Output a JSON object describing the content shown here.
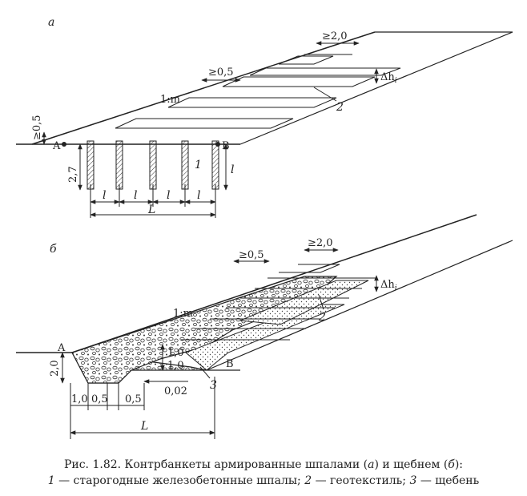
{
  "diagram_a": {
    "label": "а",
    "labels": {
      "min_width_top": "≥2,0",
      "min_gap": "≥0,5",
      "delta_h": "Δh",
      "delta_h_sub": "i",
      "slope": "1:m",
      "height_min": "≥0,5",
      "depth": "2,7",
      "point_a": "A",
      "point_b": "B",
      "sleeper_number": "1",
      "spacing_l": "l",
      "length_L": "L",
      "geotextile_number": "2"
    }
  },
  "diagram_b": {
    "label": "б",
    "labels": {
      "min_width_top": "≥2,0",
      "min_gap": "≥0,5",
      "delta_h": "Δh",
      "delta_h_sub": "i",
      "slope": "1:m",
      "geotextile_number": "2",
      "gravel_number": "3",
      "point_a": "A",
      "point_b": "B",
      "height_2": "2,0",
      "layer_1": "1,0",
      "layer_2": "1,0",
      "slope_value": "0,02",
      "base_1": "1,0",
      "base_2": "0,5",
      "base_3": "0,5",
      "length_L": "L"
    }
  },
  "caption": {
    "line1_pre": "Рис. 1.82. Контрбанкеты армированные шпалами (",
    "line1_a": "а",
    "line1_mid": ") и щебнем (",
    "line1_b": "б",
    "line1_post": "):",
    "line2_n1": "1",
    "line2_t1": " — старогодные железобетонные шпалы; ",
    "line2_n2": "2",
    "line2_t2": " — геотекстиль; ",
    "line2_n3": "3",
    "line2_t3": " — щебень"
  }
}
